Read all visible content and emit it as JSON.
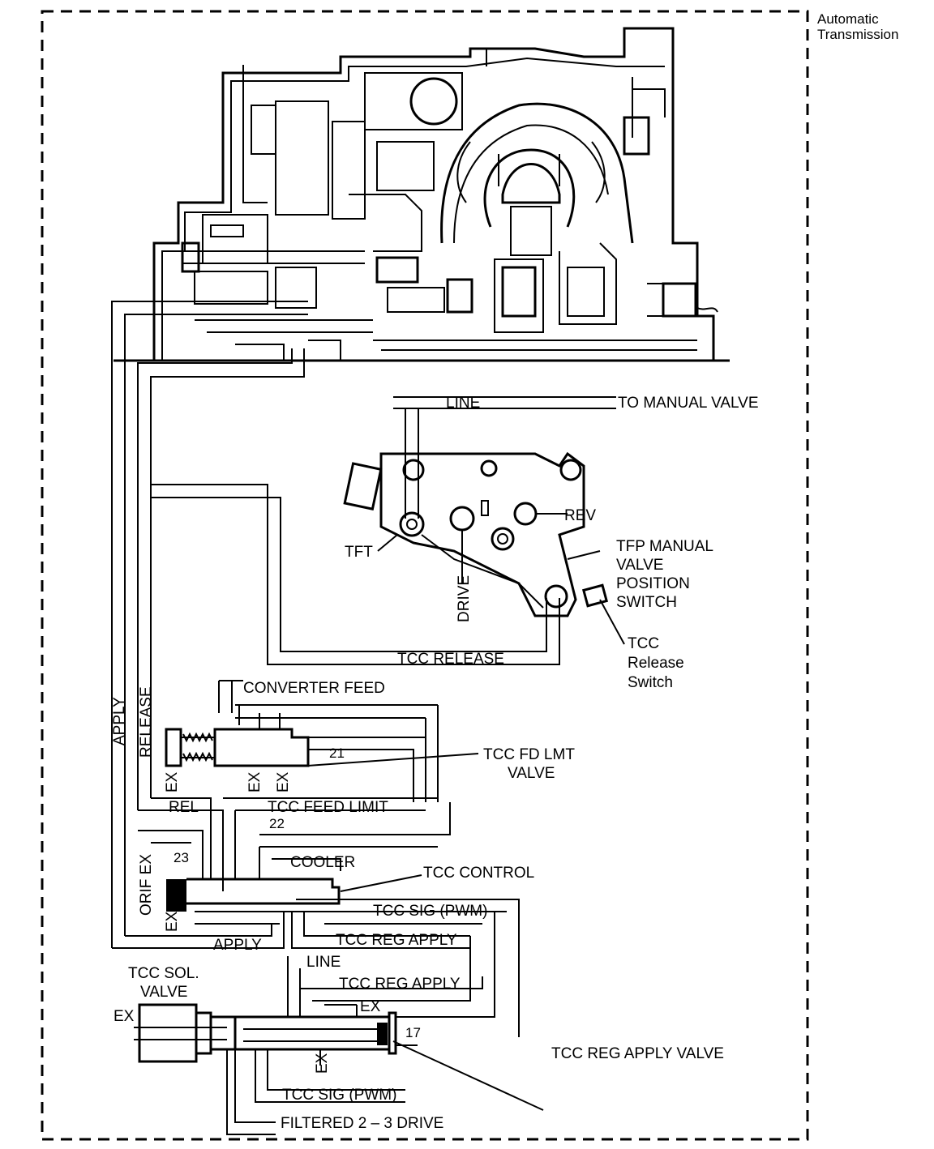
{
  "title_lines": [
    "Automatic",
    "Transmission"
  ],
  "labels": {
    "line_top": "LINE",
    "to_manual_valve": "TO MANUAL VALVE",
    "rev": "REV",
    "tft": "TFT",
    "drive": "DRIVE",
    "tfp_switch": [
      "TFP  MANUAL",
      "VALVE",
      "POSITION",
      "SWITCH"
    ],
    "tcc_release": "TCC RELEASE",
    "tcc_release_switch": [
      "TCC",
      "Release",
      "Switch"
    ],
    "apply_vertical": "APPLY",
    "release_vertical": "RELEASE",
    "converter_feed": "CONVERTER FEED",
    "tcc_fd_lmt_valve": [
      "TCC FD LMT",
      "VALVE"
    ],
    "num_21": "21",
    "num_22": "22",
    "num_23": "23",
    "num_17": "17",
    "rel": "REL",
    "tcc_feed_limit": "TCC FEED LIMIT",
    "cooler": "COOLER",
    "tcc_control": "TCC CONTROL",
    "orif_ex": "ORIF EX",
    "ex": "EX",
    "tcc_sig_pwm": "TCC SIG (PWM)",
    "apply": "APPLY",
    "tcc_reg_apply": "TCC REG APPLY",
    "tcc_sol_valve": [
      "TCC SOL.",
      "VALVE"
    ],
    "line_bottom": "LINE",
    "tcc_reg_apply_valve": "TCC REG APPLY VALVE",
    "filtered_2_3_drive": "FILTERED 2 – 3 DRIVE"
  }
}
